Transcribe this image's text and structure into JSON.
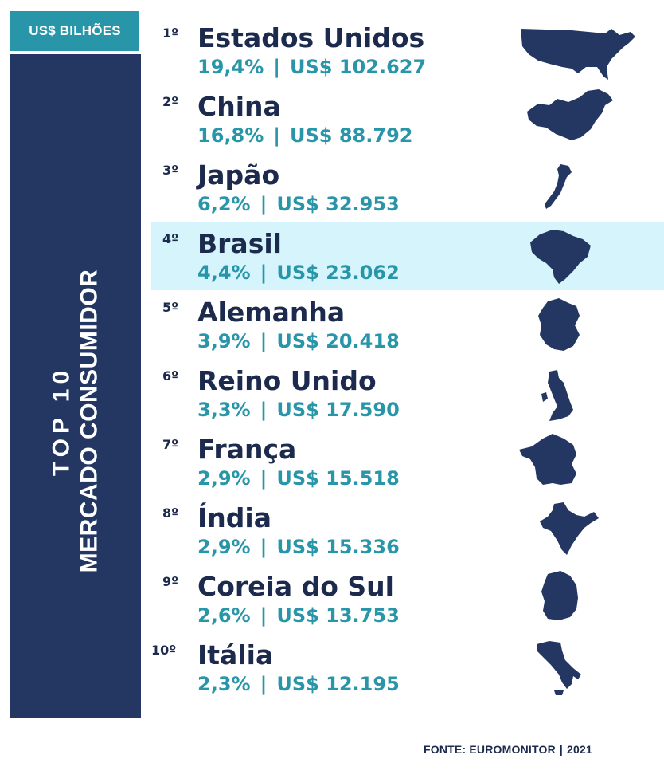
{
  "badge": "US$ BILHÕES",
  "sidebar": {
    "line1": "TOP 10",
    "line2": "MERCADO CONSUMIDOR"
  },
  "separator": "|",
  "colors": {
    "navy": "#233762",
    "teal": "#2896a8",
    "highlight": "#d6f4fb",
    "text_dark": "#1c2b4d"
  },
  "ranking": [
    {
      "rank": "1º",
      "country": "Estados Unidos",
      "share": "19,4%",
      "value": "US$ 102.627",
      "icon": "usa-map-icon"
    },
    {
      "rank": "2º",
      "country": "China",
      "share": "16,8%",
      "value": "US$ 88.792",
      "icon": "china-map-icon"
    },
    {
      "rank": "3º",
      "country": "Japão",
      "share": "6,2%",
      "value": "US$ 32.953",
      "icon": "japan-map-icon"
    },
    {
      "rank": "4º",
      "country": "Brasil",
      "share": "4,4%",
      "value": "US$ 23.062",
      "icon": "brazil-map-icon",
      "highlight": true
    },
    {
      "rank": "5º",
      "country": "Alemanha",
      "share": "3,9%",
      "value": "US$ 20.418",
      "icon": "germany-map-icon"
    },
    {
      "rank": "6º",
      "country": "Reino Unido",
      "share": "3,3%",
      "value": "US$ 17.590",
      "icon": "uk-map-icon"
    },
    {
      "rank": "7º",
      "country": "França",
      "share": "2,9%",
      "value": "US$ 15.518",
      "icon": "france-map-icon"
    },
    {
      "rank": "8º",
      "country": "Índia",
      "share": "2,9%",
      "value": "US$ 15.336",
      "icon": "india-map-icon"
    },
    {
      "rank": "9º",
      "country": "Coreia do Sul",
      "share": "2,6%",
      "value": "US$ 13.753",
      "icon": "south-korea-map-icon"
    },
    {
      "rank": "10º",
      "country": "Itália",
      "share": "2,3%",
      "value": "US$ 12.195",
      "icon": "italy-map-icon"
    }
  ],
  "source": {
    "label": "FONTE: EUROMONITOR",
    "year": "2021"
  }
}
